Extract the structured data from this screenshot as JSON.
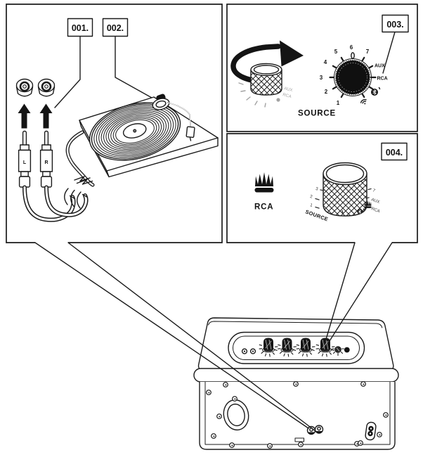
{
  "callouts": {
    "c1": "001.",
    "c2": "002.",
    "c3": "003.",
    "c4": "004."
  },
  "source_dial": {
    "caption": "SOURCE",
    "numbers": [
      "1",
      "2",
      "3",
      "4",
      "5",
      "6",
      "7"
    ],
    "aux": "AUX",
    "rca": "RCA",
    "bluetooth_icon": "bluetooth-icon",
    "wireless_icon": "wireless-icon"
  },
  "rca_select": {
    "caption": "RCA",
    "crown_icon": "crown-icon",
    "knob": {
      "source": "SOURCE",
      "aux": "AUX",
      "rca": "RCA",
      "n1": "1",
      "n2": "2",
      "n3": "3",
      "n7": "7"
    }
  },
  "plugs": {
    "left": "L",
    "right": "R"
  }
}
